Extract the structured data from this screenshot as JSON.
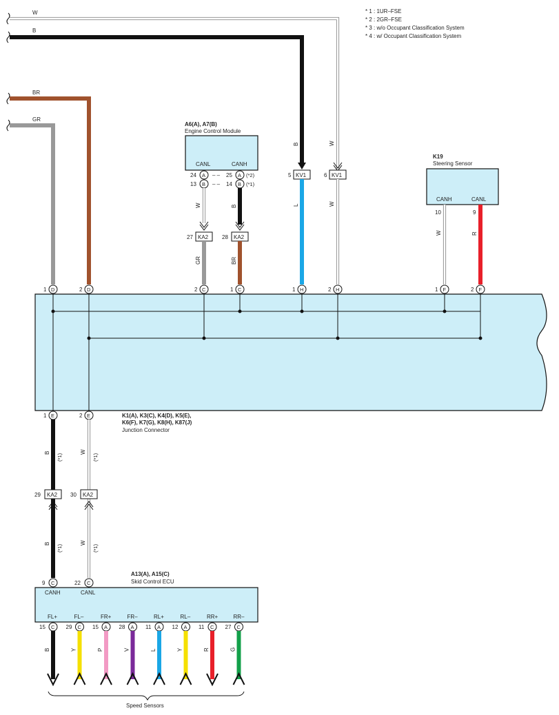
{
  "notes": [
    "* 1 : 1UR–FSE",
    "* 2 : 2GR–FSE",
    "* 3 : w/o Occupant Classification System",
    "* 4 : w/ Occupant Classification System"
  ],
  "incoming_wires": [
    {
      "label": "W",
      "color": "#ffffff"
    },
    {
      "label": "B",
      "color": "#111111"
    },
    {
      "label": "BR",
      "color": "#a0522d"
    },
    {
      "label": "GR",
      "color": "#999999"
    }
  ],
  "ecm": {
    "title": "A6(A), A7(B)",
    "subtitle": "Engine Control Module",
    "pins": [
      {
        "label": "CANL",
        "nums": [
          "24",
          "13"
        ],
        "letters": [
          "A",
          "B"
        ]
      },
      {
        "label": "CANH",
        "nums": [
          "25",
          "14"
        ],
        "letters": [
          "A",
          "B"
        ],
        "notes": [
          "(*2)",
          "(*1)"
        ]
      }
    ],
    "dashes": "– –",
    "wires": [
      "W",
      "B"
    ]
  },
  "steering": {
    "title": "K19",
    "subtitle": "Steering Sensor",
    "pins": [
      {
        "label": "CANH",
        "num": "10",
        "wire": "W",
        "color": "#ffffff"
      },
      {
        "label": "CANL",
        "num": "9",
        "wire": "R",
        "color": "#e8202a"
      }
    ]
  },
  "connectors": {
    "ka2_top": [
      {
        "num": "27",
        "name": "KA2"
      },
      {
        "num": "28",
        "name": "KA2"
      }
    ],
    "kv1": [
      {
        "num": "5",
        "name": "KV1",
        "wire_in": "B",
        "wire_out": "L"
      },
      {
        "num": "6",
        "name": "KV1",
        "wire_in": "W",
        "wire_out": "W"
      }
    ],
    "ka2_bottom": [
      {
        "num": "29",
        "name": "KA2"
      },
      {
        "num": "30",
        "name": "KA2"
      }
    ]
  },
  "below_ka2_top": [
    "GR",
    "BR"
  ],
  "junction": {
    "title_line1": "K1(A), K3(C), K4(D), K5(E),",
    "title_line2": "K6(F), K7(G), K8(H), K87(J)",
    "subtitle": "Junction Connector",
    "top_pins": [
      {
        "num": "1",
        "letter": "D"
      },
      {
        "num": "2",
        "letter": "D"
      },
      {
        "num": "2",
        "letter": "C"
      },
      {
        "num": "1",
        "letter": "C"
      },
      {
        "num": "1",
        "letter": "H"
      },
      {
        "num": "2",
        "letter": "H"
      },
      {
        "num": "1",
        "letter": "F"
      },
      {
        "num": "2",
        "letter": "F"
      }
    ],
    "bottom_pins": [
      {
        "num": "1",
        "letter": "E"
      },
      {
        "num": "2",
        "letter": "E"
      }
    ]
  },
  "lower_wires": [
    {
      "wire": "B",
      "note": "(*1)"
    },
    {
      "wire": "W",
      "note": "(*1)"
    }
  ],
  "skid": {
    "title": "A13(A), A15(C)",
    "subtitle": "Skid Control ECU",
    "top_pins": [
      {
        "num": "9",
        "letter": "C",
        "label": "CANH"
      },
      {
        "num": "22",
        "letter": "C",
        "label": "CANL"
      }
    ],
    "outputs": [
      {
        "label": "FL+",
        "num": "15",
        "letter": "C",
        "wire": "B",
        "color": "#111111",
        "dir": "down"
      },
      {
        "label": "FL–",
        "num": "29",
        "letter": "C",
        "wire": "Y",
        "color": "#f5e000",
        "dir": "up"
      },
      {
        "label": "FR+",
        "num": "15",
        "letter": "A",
        "wire": "P",
        "color": "#f29ac4",
        "dir": "up"
      },
      {
        "label": "FR–",
        "num": "28",
        "letter": "A",
        "wire": "V",
        "color": "#7a2a9a",
        "dir": "up"
      },
      {
        "label": "RL+",
        "num": "11",
        "letter": "A",
        "wire": "L",
        "color": "#1aa7e6",
        "dir": "up"
      },
      {
        "label": "RL–",
        "num": "12",
        "letter": "A",
        "wire": "Y",
        "color": "#f5e000",
        "dir": "up"
      },
      {
        "label": "RR+",
        "num": "11",
        "letter": "C",
        "wire": "R",
        "color": "#e8202a",
        "dir": "down"
      },
      {
        "label": "RR–",
        "num": "27",
        "letter": "C",
        "wire": "G",
        "color": "#13a04a",
        "dir": "up"
      }
    ],
    "speed_sensors": "Speed Sensors"
  },
  "colors": {
    "white_wire": "#ffffff",
    "black_wire": "#111111",
    "brown_wire": "#a0522d",
    "gray_wire": "#999999",
    "blue_wire": "#1aa7e6",
    "red_wire": "#e8202a",
    "box_fill": "#cdeef8"
  }
}
